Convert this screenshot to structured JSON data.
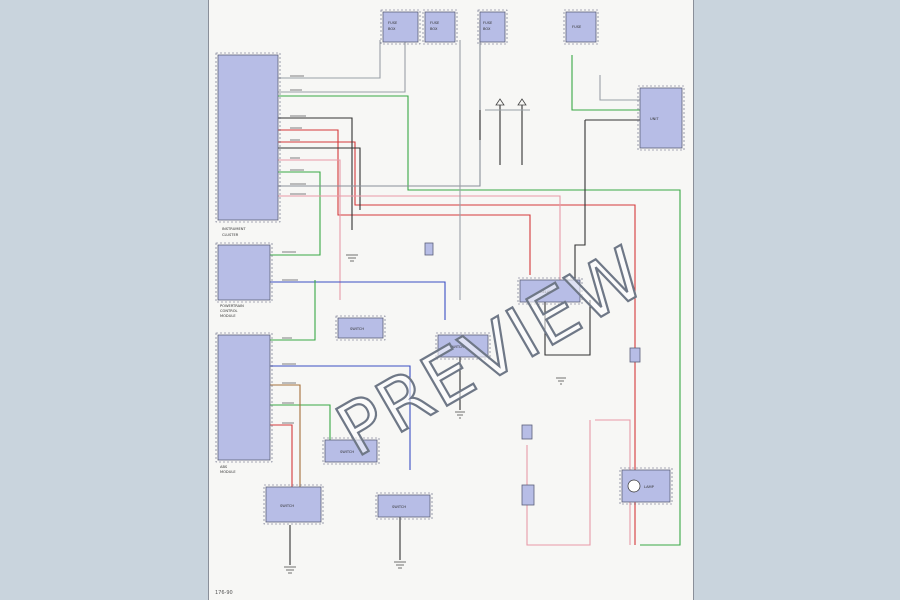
{
  "watermark": "PREVIEW",
  "blocks": {
    "combination_meter_left": {
      "lines": [
        "INSTRUMENT",
        "CLUSTER"
      ]
    },
    "pcm": {
      "lines": [
        "POWERTRAIN",
        "CONTROL",
        "MODULE"
      ]
    },
    "abs_module": {
      "lines": [
        "ABS",
        "MODULE"
      ]
    },
    "top_fuse_1": {
      "lines": [
        "FUSE",
        "BOX"
      ]
    },
    "top_fuse_2": {
      "lines": [
        "FUSE",
        "BOX"
      ]
    },
    "top_fuse_3": {
      "lines": [
        "FUSE",
        "BOX"
      ]
    },
    "top_right_box": {
      "lines": [
        "FUSE"
      ]
    },
    "right_unit": {
      "lines": [
        "UNIT"
      ]
    },
    "center_relay": {
      "lines": [
        "RELAY"
      ]
    },
    "lower_center_sw": {
      "lines": [
        "SWITCH"
      ]
    },
    "mid_center_sw": {
      "lines": [
        "SWITCH"
      ]
    },
    "lower_left_sw1": {
      "lines": [
        "SWITCH"
      ]
    },
    "lower_left_sw2": {
      "lines": [
        "SWITCH"
      ]
    },
    "bottom_sw": {
      "lines": [
        "SWITCH"
      ]
    },
    "right_lamp": {
      "lines": [
        "LAMP"
      ]
    }
  },
  "page_number": "176-90"
}
